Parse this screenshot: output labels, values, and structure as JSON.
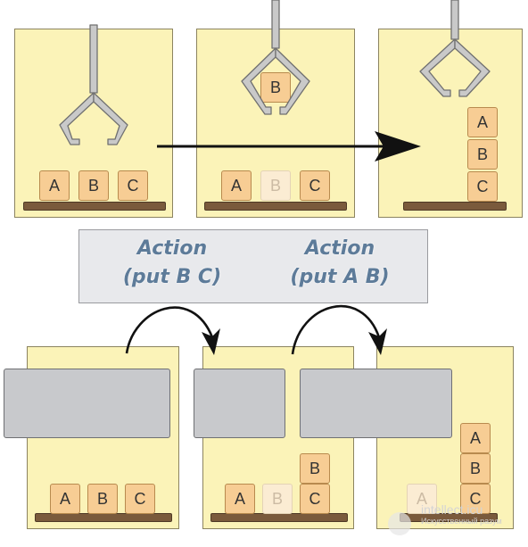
{
  "blocks": {
    "a": "A",
    "b": "B",
    "c": "C"
  },
  "actions": [
    {
      "title": "Action",
      "detail": "(put B C)"
    },
    {
      "title": "Action",
      "detail": "(put A B)"
    }
  ],
  "watermark": {
    "line1": "intellect.icu",
    "line2": "Искусственный разум"
  },
  "colors": {
    "panel_fill": "#fbf3b8",
    "block_fill": "#f7cd94",
    "shelf": "#7a5a3c",
    "claw": "#c5c5c5",
    "action_text": "#5d7b99",
    "gray_box": "#c8c9cc"
  }
}
